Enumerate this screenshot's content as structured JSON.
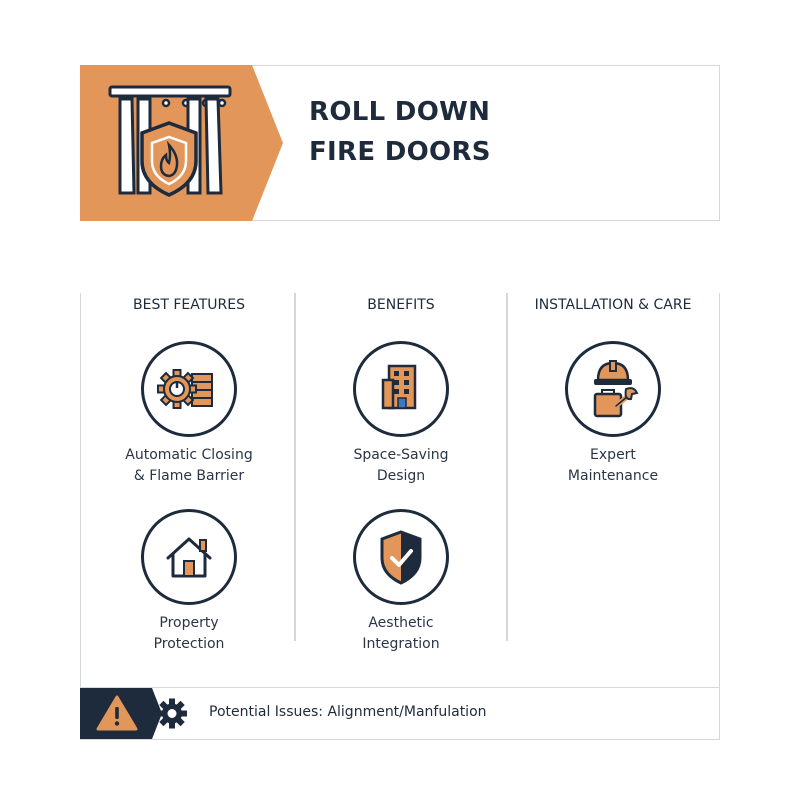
{
  "header": {
    "title_line1": "ROLL DOWN",
    "title_line2": "FIRE DOORS",
    "icon": "fire-door-shield-icon",
    "accent_color": "#e2965a"
  },
  "columns": [
    {
      "heading": "BEST FEATURES",
      "items": [
        {
          "line1": "Automatic Closing",
          "line2": "& Flame Barrier",
          "icon": "gear-brick-wall-icon"
        },
        {
          "line1": "Property",
          "line2": "Protection",
          "icon": "house-icon"
        }
      ]
    },
    {
      "heading": "BENEFITS",
      "items": [
        {
          "line1": "Space-Saving",
          "line2": "Design",
          "icon": "building-icon"
        },
        {
          "line1": "Aesthetic",
          "line2": "Integration",
          "icon": "shield-check-icon"
        }
      ]
    },
    {
      "heading": "INSTALLATION & CARE",
      "items": [
        {
          "line1": "Expert",
          "line2": "Maintenance",
          "icon": "hardhat-wrench-icon"
        }
      ]
    }
  ],
  "footer": {
    "text": "Potential Issues: Alignment/Manfulation",
    "icons": [
      "warning-icon",
      "gear-icon"
    ],
    "dark_color": "#1e2b3c"
  }
}
